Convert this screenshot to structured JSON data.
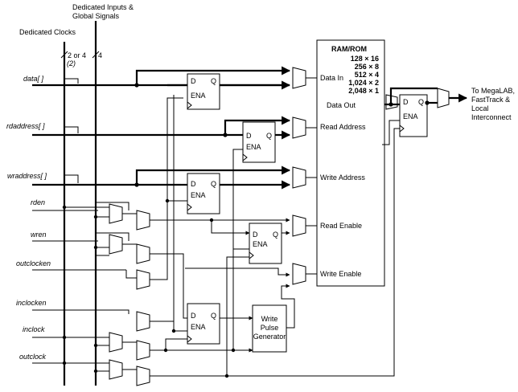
{
  "header": {
    "dedicated_inputs_line1": "Dedicated Inputs &",
    "dedicated_inputs_line2": "Global Signals",
    "dedicated_clocks": "Dedicated Clocks",
    "bus_width_clocks": "2 or 4",
    "bus_width_clocks_note": "(2)",
    "bus_width_inputs": "4"
  },
  "inputs": {
    "data": "data[ ]",
    "rdaddress": "rdaddress[ ]",
    "wraddress": "wraddress[ ]",
    "rden": "rden",
    "wren": "wren",
    "outclocken": "outclocken",
    "inclocken": "inclocken",
    "inclock": "inclock",
    "outclock": "outclock"
  },
  "register": {
    "d": "D",
    "q": "Q",
    "ena": "ENA"
  },
  "ram": {
    "title": "RAM/ROM",
    "configs": [
      "128 × 16",
      "256 × 8",
      "512 × 4",
      "1,024 × 2",
      "2,048 × 1"
    ],
    "ports": {
      "data_in": "Data In",
      "read_address": "Read Address",
      "write_address": "Write Address",
      "read_enable": "Read Enable",
      "write_enable": "Write Enable",
      "data_out": "Data Out"
    }
  },
  "write_pulse": {
    "line1": "Write",
    "line2": "Pulse",
    "line3": "Generator"
  },
  "output": {
    "line1": "To MegaLAB,",
    "line2": "FastTrack &",
    "line3": "Local",
    "line4": "Interconnect"
  }
}
